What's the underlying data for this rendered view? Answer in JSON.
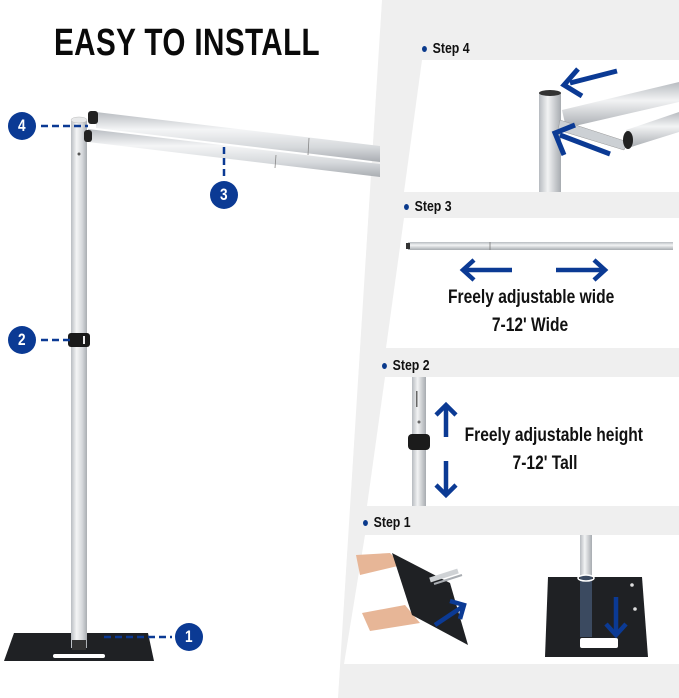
{
  "title": "EASY TO INSTALL",
  "accent_color": "#0b3a94",
  "callouts": [
    {
      "number": "4",
      "target": "top-joint"
    },
    {
      "number": "3",
      "target": "crossbar"
    },
    {
      "number": "2",
      "target": "height-lock"
    },
    {
      "number": "1",
      "target": "base-plate"
    }
  ],
  "steps": [
    {
      "label": "Step 4",
      "caption_line1": "",
      "caption_line2": ""
    },
    {
      "label": "Step 3",
      "caption_line1": "Freely adjustable wide",
      "caption_line2": "7-12' Wide"
    },
    {
      "label": "Step 2",
      "caption_line1": "Freely adjustable height",
      "caption_line2": "7-12' Tall"
    },
    {
      "label": "Step 1",
      "caption_line1": "",
      "caption_line2": ""
    }
  ]
}
